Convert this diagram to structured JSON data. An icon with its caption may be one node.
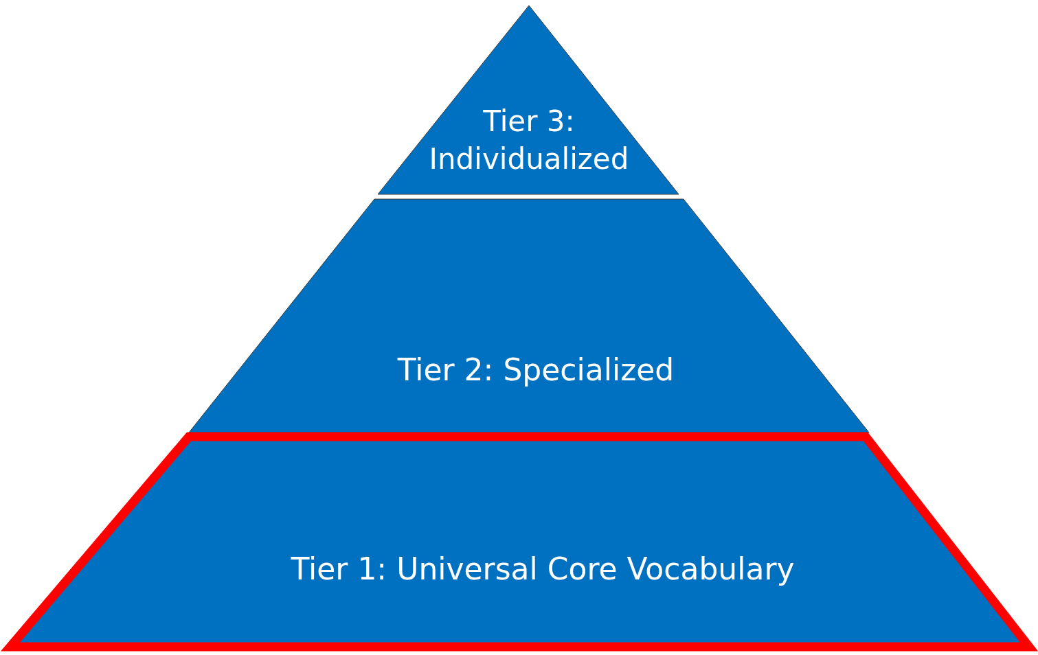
{
  "diagram": {
    "nodes": [
      {
        "text": [
          "Tier 3: Individualized"
        ]
      },
      {
        "text": [
          "Tier 2: Specialized"
        ]
      },
      {
        "text": [
          "Tier 1: Universal Core Vocabulary"
        ]
      }
    ]
  }
}
